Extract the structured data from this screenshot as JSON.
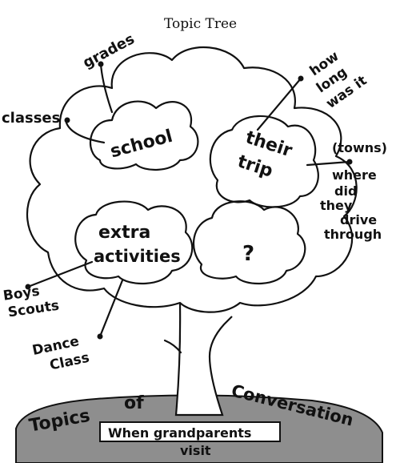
{
  "title": "Topic Tree",
  "clouds": {
    "school": "school",
    "trip_line1": "their",
    "trip_line2": "trip",
    "extra_line1": "extra",
    "extra_line2": "activities",
    "unknown": "?"
  },
  "labels": {
    "grades": "grades",
    "classes": "classes",
    "how_long_1": "how",
    "how_long_2": "long",
    "how_long_3": "was it",
    "towns": "(towns)",
    "where_1": "where",
    "where_2": "did",
    "where_3": "they",
    "where_4": "drive",
    "where_5": "through",
    "boys_scouts_1": "Boys",
    "boys_scouts_2": "Scouts",
    "dance_class_1": "Dance",
    "dance_class_2": "Class"
  },
  "ground": {
    "word1": "Topics",
    "word2": "of",
    "word3": "Conversation",
    "box_line1": "When grandparents",
    "box_line2": "visit"
  },
  "colors": {
    "ground_fill": "#8e8e8e",
    "ink": "#111111",
    "paper": "#ffffff"
  }
}
